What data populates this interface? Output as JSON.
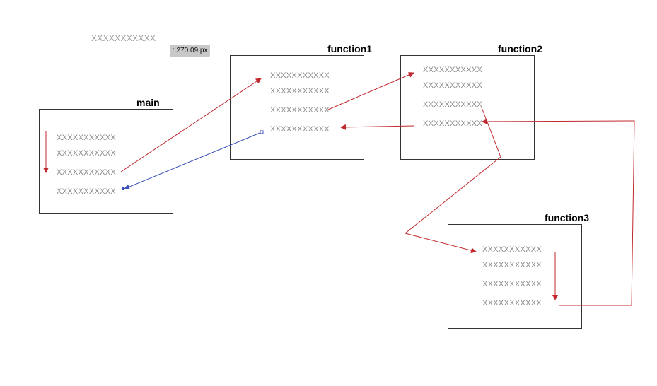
{
  "stray_label": "XXXXXXXXXXX",
  "measure_tooltip": ": 270.09 px",
  "boxes": {
    "main": {
      "title": "main",
      "lines": [
        "XXXXXXXXXXX",
        "XXXXXXXXXXX",
        "XXXXXXXXXXX",
        "XXXXXXXXXXX"
      ]
    },
    "function1": {
      "title": "function1",
      "lines": [
        "XXXXXXXXXXX",
        "XXXXXXXXXXX",
        "XXXXXXXXXXX",
        "XXXXXXXXXXX"
      ]
    },
    "function2": {
      "title": "function2",
      "lines": [
        "XXXXXXXXXXX",
        "XXXXXXXXXXX",
        "XXXXXXXXXXX",
        "XXXXXXXXXXX"
      ]
    },
    "function3": {
      "title": "function3",
      "lines": [
        "XXXXXXXXXXX",
        "XXXXXXXXXXX",
        "XXXXXXXXXXX",
        "XXXXXXXXXXX"
      ]
    }
  },
  "colors": {
    "call_arrow": "#c0282d",
    "selected_connector": "#3b50b8"
  }
}
